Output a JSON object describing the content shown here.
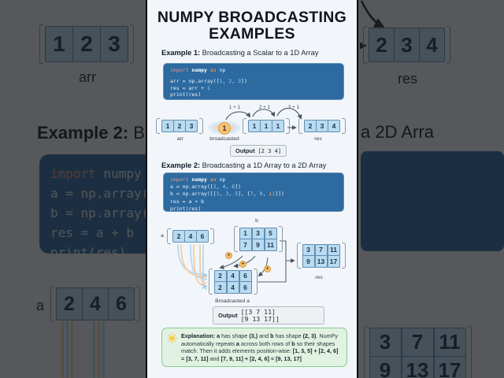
{
  "title_lines": [
    "NUMPY BROADCASTING",
    "EXAMPLES"
  ],
  "colors": {
    "code_bg": "#2c6aa0",
    "cell_fill": "#badaf0",
    "accent_orange": "#f0a85a",
    "explain_green": "#86c98e"
  },
  "example1": {
    "heading": {
      "bold": "Example 1:",
      "rest": " Broadcasting a Scalar to a 1D Array"
    },
    "code": [
      [
        [
          "import",
          "k"
        ],
        [
          " ",
          "p"
        ],
        [
          "numpy",
          "b"
        ],
        [
          " ",
          "p"
        ],
        [
          "as",
          "o"
        ],
        [
          " np",
          "p"
        ]
      ],
      [
        [
          "arr = np.array([",
          "p"
        ],
        [
          "1",
          "n"
        ],
        [
          ", ",
          "p"
        ],
        [
          "2",
          "n"
        ],
        [
          ", ",
          "p"
        ],
        [
          "3",
          "n"
        ],
        [
          "])",
          "p"
        ]
      ],
      [
        [
          "res = arr + ",
          "p"
        ],
        [
          "1",
          "n"
        ]
      ],
      [
        [
          "print(res)",
          "p"
        ]
      ]
    ],
    "diagram": {
      "arr": {
        "values": [
          "1",
          "2",
          "3"
        ],
        "label": "arr"
      },
      "scalar": {
        "value": "1",
        "label": "broadcasted"
      },
      "ones": {
        "values": [
          "1",
          "1",
          "1"
        ]
      },
      "op_labels": [
        "1 + 1",
        "2 + 1",
        "3 + 1"
      ],
      "res": {
        "values": [
          "2",
          "3",
          "4"
        ],
        "label": "res"
      }
    },
    "output": {
      "label": "Output",
      "lines": [
        "[2 3 4]"
      ]
    }
  },
  "example2": {
    "heading": {
      "bold": "Example 2:",
      "rest": " Broadcasting a 1D Array to a 2D Array"
    },
    "code": [
      [
        [
          "import",
          "k"
        ],
        [
          " ",
          "p"
        ],
        [
          "numpy",
          "b"
        ],
        [
          " ",
          "p"
        ],
        [
          "as",
          "o"
        ],
        [
          " np",
          "p"
        ]
      ],
      [
        [
          "a = np.array([",
          "p"
        ],
        [
          "2",
          "n"
        ],
        [
          ", ",
          "p"
        ],
        [
          "4",
          "n"
        ],
        [
          ", ",
          "p"
        ],
        [
          "6",
          "n"
        ],
        [
          "])",
          "p"
        ]
      ],
      [
        [
          "b = np.array([[",
          "p"
        ],
        [
          "1",
          "n"
        ],
        [
          ", ",
          "p"
        ],
        [
          "3",
          "n"
        ],
        [
          ", ",
          "p"
        ],
        [
          "5",
          "n"
        ],
        [
          "], [",
          "p"
        ],
        [
          "7",
          "n"
        ],
        [
          ", ",
          "p"
        ],
        [
          "9",
          "n"
        ],
        [
          ", ",
          "p"
        ],
        [
          "11",
          "o"
        ],
        [
          "]])",
          "p"
        ]
      ],
      [
        [
          "res = a + b",
          "p"
        ]
      ],
      [
        [
          "print(res)",
          "p"
        ]
      ]
    ],
    "diagram": {
      "a": {
        "label": "a",
        "values": [
          "2",
          "4",
          "6"
        ]
      },
      "b": {
        "label": "b",
        "rows": [
          [
            "1",
            "3",
            "5"
          ],
          [
            "7",
            "9",
            "11"
          ]
        ]
      },
      "broadcasted": {
        "label": "Broadcasted a",
        "rows": [
          [
            "2",
            "4",
            "6"
          ],
          [
            "2",
            "4",
            "6"
          ]
        ]
      },
      "res": {
        "label": "res",
        "rows": [
          [
            "3",
            "7",
            "11"
          ],
          [
            "9",
            "13",
            "17"
          ]
        ]
      },
      "plus_symbol": "+"
    },
    "output": {
      "label": "Output",
      "lines": [
        "[[3  7 11]",
        " [9 13 17]]"
      ]
    }
  },
  "explanation": {
    "segments": [
      {
        "b": 1,
        "t": "Explanation:"
      },
      {
        "b": 0,
        "t": " "
      },
      {
        "b": 1,
        "t": "a"
      },
      {
        "b": 0,
        "t": " has shape "
      },
      {
        "b": 1,
        "t": "(3,)"
      },
      {
        "b": 0,
        "t": " and "
      },
      {
        "b": 1,
        "t": "b"
      },
      {
        "b": 0,
        "t": " has shape "
      },
      {
        "b": 1,
        "t": "(2, 3)"
      },
      {
        "b": 0,
        "t": ". NumPy automatically repeats "
      },
      {
        "b": 1,
        "t": "a"
      },
      {
        "b": 0,
        "t": " across both rows of "
      },
      {
        "b": 1,
        "t": "b"
      },
      {
        "b": 0,
        "t": " so their shapes match. Then it adds elements position-wise: "
      },
      {
        "b": 1,
        "t": "[1, 3, 5] + [2, 4, 6] = [3, 7, 11]"
      },
      {
        "b": 0,
        "t": " and "
      },
      {
        "b": 1,
        "t": "[7, 9, 11] + [2, 4, 6] = [9, 13, 17]"
      }
    ]
  },
  "background_left": {
    "arr": {
      "values": [
        "1",
        "2",
        "3"
      ],
      "label": "arr"
    },
    "heading": {
      "bold": "Example 2:",
      "rest": " B"
    },
    "code": [
      [
        [
          "import",
          "k"
        ],
        [
          " numpy",
          "p"
        ]
      ],
      [
        [
          "a = np.array(",
          "p"
        ]
      ],
      [
        [
          "b = np.array(",
          "p"
        ]
      ],
      [
        [
          "res = a + b",
          "p"
        ]
      ],
      [
        [
          "print(res)",
          "p"
        ]
      ]
    ],
    "a": {
      "label": "a",
      "values": [
        "2",
        "4",
        "6"
      ]
    }
  },
  "background_right": {
    "res": {
      "values": [
        "2",
        "3",
        "4"
      ],
      "label": "res"
    },
    "heading_fragment": "a 2D Arra",
    "matrix": {
      "rows": [
        [
          "3",
          "7",
          "11"
        ],
        [
          "9",
          "13",
          "17"
        ]
      ]
    }
  }
}
